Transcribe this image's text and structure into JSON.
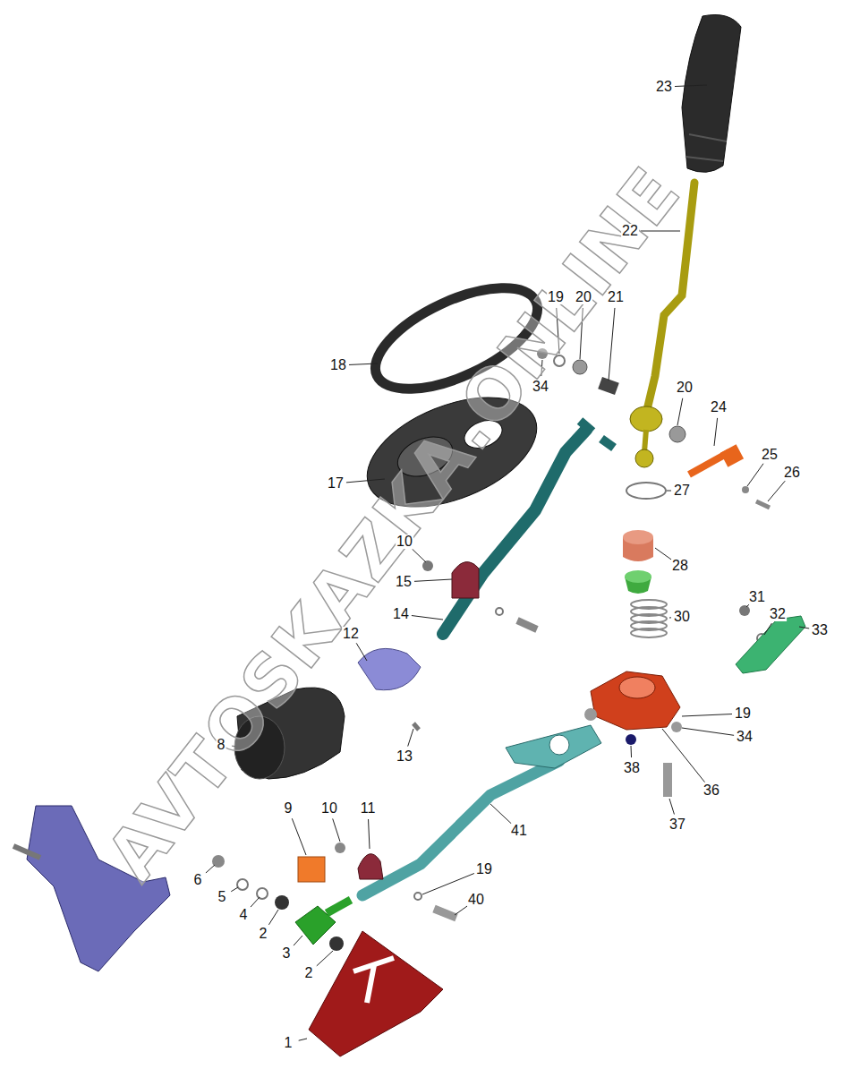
{
  "diagram": {
    "labels": [
      "23",
      "22",
      "19",
      "20",
      "21",
      "18",
      "34",
      "20",
      "24",
      "25",
      "26",
      "27",
      "17",
      "10",
      "28",
      "15",
      "14",
      "30",
      "31",
      "32",
      "33",
      "12",
      "19",
      "34",
      "8",
      "13",
      "38",
      "36",
      "9",
      "10",
      "11",
      "41",
      "37",
      "19",
      "6",
      "5",
      "4",
      "40",
      "2",
      "3",
      "2",
      "1",
      "AVTOSKAZKA.ONLINE"
    ]
  }
}
